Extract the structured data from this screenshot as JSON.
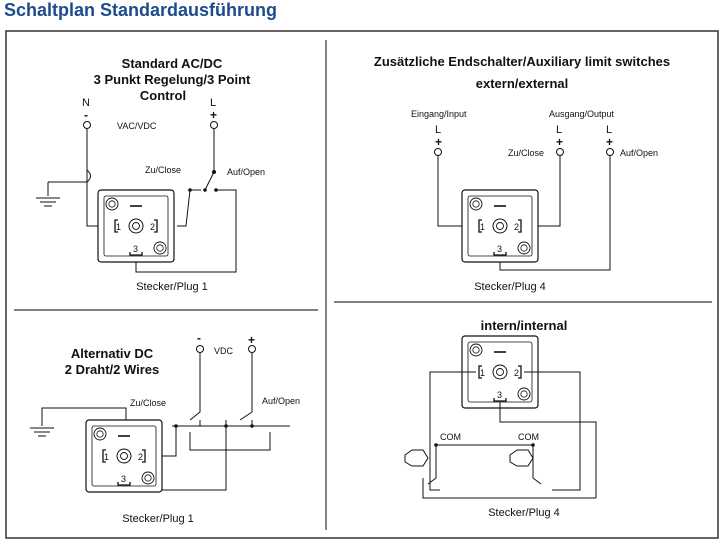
{
  "title": "Schaltplan Standardausführung",
  "colors": {
    "title": "#1e4a8e",
    "frame": "#333333"
  },
  "panels": {
    "top_left": {
      "heading_line1": "Standard AC/DC",
      "heading_line2": "3 Punkt Regelung/3 Point",
      "heading_line3": "Control",
      "neutral": "N",
      "minus": "-",
      "live": "L",
      "plus": "+",
      "voltage": "VAC/VDC",
      "close": "Zu/Close",
      "open": "Auf/Open",
      "pin1": "1",
      "pin2": "2",
      "pin3": "3",
      "plug": "Stecker/Plug 1"
    },
    "top_right": {
      "heading_line1": "Zusätzliche Endschalter/Auxiliary limit switches",
      "heading_line2": "extern/external",
      "input": "Eingang/Input",
      "output": "Ausgang/Output",
      "live_in": "L",
      "live_close": "L",
      "live_open": "L",
      "plus": "+",
      "close": "Zu/Close",
      "open": "Auf/Open",
      "pin1": "1",
      "pin2": "2",
      "pin3": "3",
      "plug": "Stecker/Plug 4"
    },
    "bottom_left": {
      "heading_line1": "Alternativ DC",
      "heading_line2": "2 Draht/2 Wires",
      "minus": "-",
      "plus": "+",
      "voltage": "VDC",
      "close": "Zu/Close",
      "open": "Auf/Open",
      "pin1": "1",
      "pin2": "2",
      "pin3": "3",
      "plug": "Stecker/Plug 1"
    },
    "bottom_right": {
      "heading": "intern/internal",
      "com_left": "COM",
      "com_right": "COM",
      "pin1": "1",
      "pin2": "2",
      "pin3": "3",
      "plug": "Stecker/Plug 4"
    }
  }
}
